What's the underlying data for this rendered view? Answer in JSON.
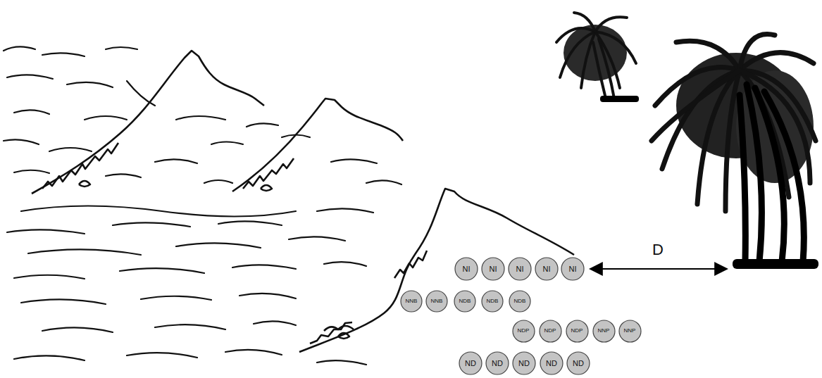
{
  "diagram": {
    "nodes": [
      {
        "text": [
          "NI"
        ]
      },
      {
        "text": [
          "NI"
        ]
      },
      {
        "text": [
          "NI"
        ]
      },
      {
        "text": [
          "NI"
        ]
      },
      {
        "text": [
          "NI"
        ]
      },
      {
        "text": [
          "NNB"
        ]
      },
      {
        "text": [
          "NNB"
        ]
      },
      {
        "text": [
          "NDB"
        ]
      },
      {
        "text": [
          "NDB"
        ]
      },
      {
        "text": [
          "NDB"
        ]
      },
      {
        "text": [
          "NDP"
        ]
      },
      {
        "text": [
          "NDP"
        ]
      },
      {
        "text": [
          "NDP"
        ]
      },
      {
        "text": [
          "NNP"
        ]
      },
      {
        "text": [
          "NNP"
        ]
      },
      {
        "text": [
          "ND"
        ]
      },
      {
        "text": [
          "ND"
        ]
      },
      {
        "text": [
          "ND"
        ]
      },
      {
        "text": [
          "ND"
        ]
      },
      {
        "text": [
          "ND"
        ]
      }
    ],
    "labels": [
      "D"
    ]
  }
}
